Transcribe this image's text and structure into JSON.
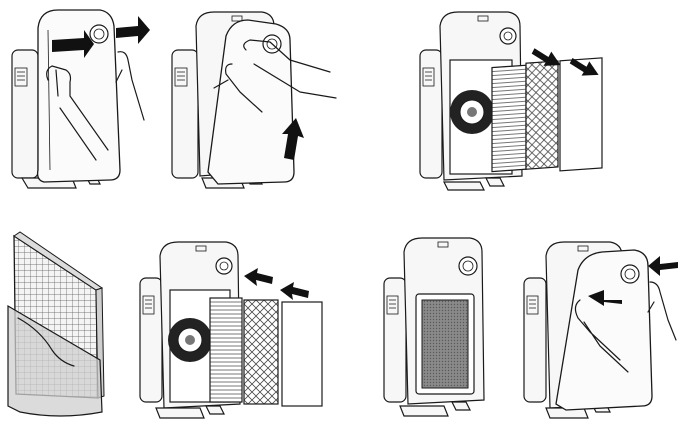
{
  "steps": [
    {
      "id": 1,
      "action": "remove-front-panel",
      "arrow": "arrow-right-icon",
      "hands": 2
    },
    {
      "id": 2,
      "action": "lift-front-panel-off",
      "arrow": "arrow-up-icon",
      "hands": 2
    },
    {
      "id": 3,
      "action": "pull-out-filters",
      "arrow": "arrow-right-icon",
      "filters": 3
    },
    {
      "id": 4,
      "action": "remove-filter-bag",
      "arrow": null
    },
    {
      "id": 5,
      "action": "insert-filters",
      "arrow": "arrow-left-icon",
      "filters": 3
    },
    {
      "id": 6,
      "action": "filters-installed",
      "arrow": null
    },
    {
      "id": 7,
      "action": "reattach-front-panel",
      "arrow": "arrow-left-icon",
      "hands": 2
    }
  ],
  "colors": {
    "line": "#1a1a1a",
    "fill": "#f7f7f7",
    "arrow": "#111111"
  }
}
